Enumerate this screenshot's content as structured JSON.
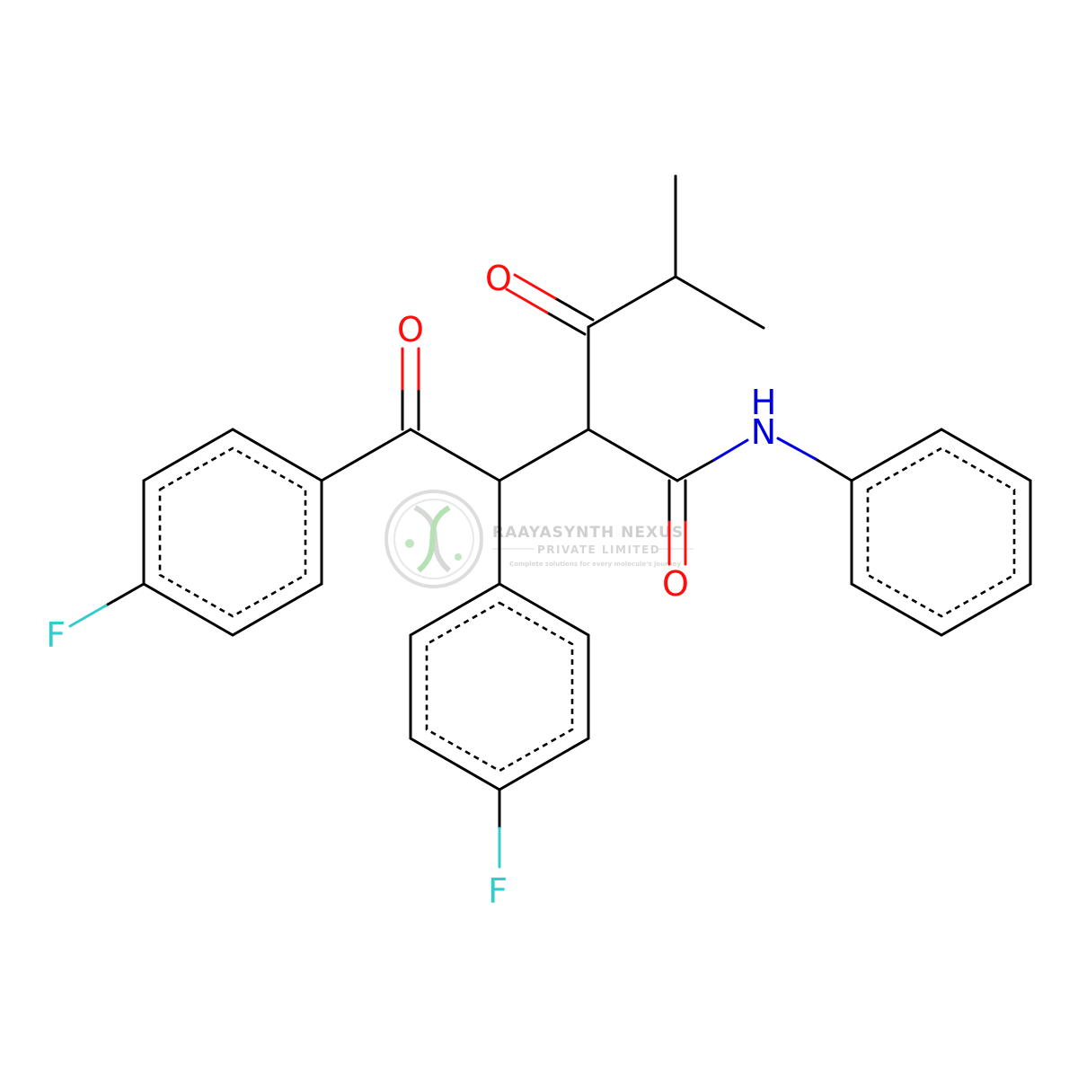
{
  "colors": {
    "bond": "#000000",
    "oxygen": "#ff0d0d",
    "nitrogen": "#0000e0",
    "fluorine": "#33cccc",
    "watermark": "#c8ccc8",
    "watermark_green": "#9fd49f"
  },
  "atoms": {
    "o_ketone_left": "O",
    "o_ketone_top": "O",
    "o_amide": "O",
    "n_amide": "N",
    "h_amide": "H",
    "f_left": "F",
    "f_bottom": "F"
  },
  "watermark": {
    "title": "RAAYASYNTH NEXUS",
    "subtitle": "PRIVATE LIMITED",
    "tagline": "Complete solutions for every molecule's journey",
    "logo_icon": "dna-helix-icon"
  }
}
